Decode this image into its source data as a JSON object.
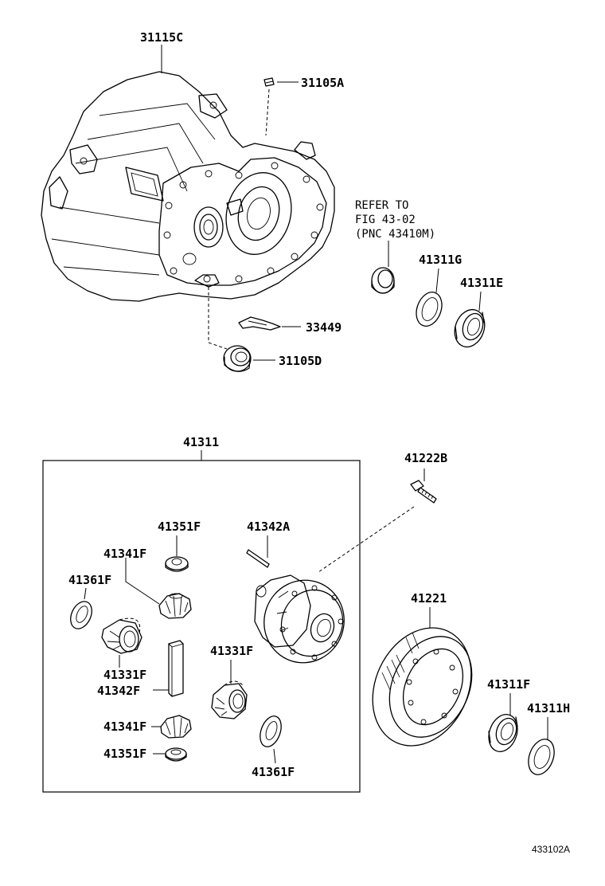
{
  "figure_id": "433102A",
  "note": {
    "line1": "REFER TO",
    "line2": "FIG 43-02",
    "line3": "(PNC 43410M)"
  },
  "assembly_label": "41311",
  "callouts": {
    "c31115C": "31115C",
    "c31105A": "31105A",
    "c33449": "33449",
    "c31105D": "31105D",
    "c41311G": "41311G",
    "c41311E": "41311E",
    "c41222B": "41222B",
    "c41351F_top": "41351F",
    "c41342A": "41342A",
    "c41341F_top": "41341F",
    "c41361F_left": "41361F",
    "c41331F_left": "41331F",
    "c41342F": "41342F",
    "c41331F_right": "41331F",
    "c41341F_bottom": "41341F",
    "c41351F_bottom": "41351F",
    "c41361F_bottom": "41361F",
    "c41221": "41221",
    "c41311F": "41311F",
    "c41311H": "41311H"
  }
}
